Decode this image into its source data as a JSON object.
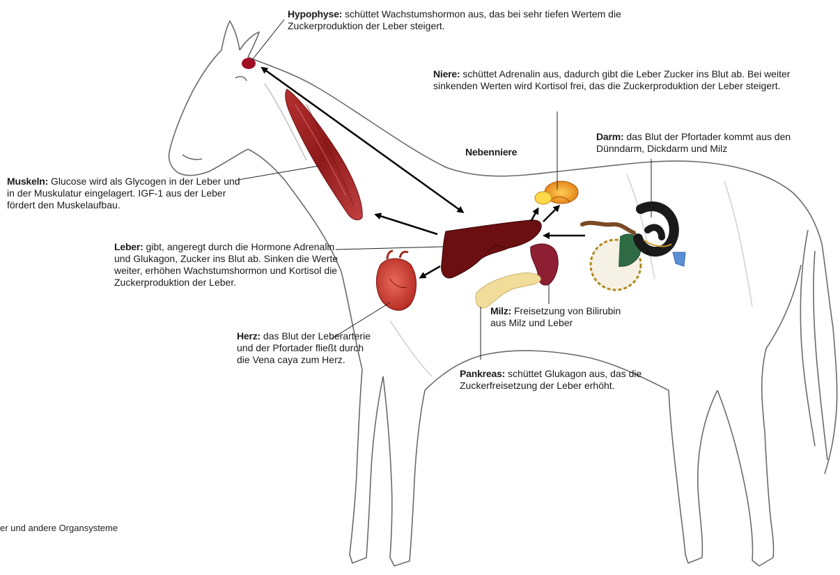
{
  "labels": {
    "hypophyse": {
      "title": "Hypophyse:",
      "text": "schüttet Wachstumshormon aus, das bei sehr tiefen Wertem die Zuckerproduktion der Leber steigert."
    },
    "niere": {
      "title": "Niere:",
      "text": "schüttet Adrenalin aus, dadurch gibt die Leber Zucker ins Blut ab. Bei weiter sinkenden Werten wird Kortisol frei, das die Zuckerproduktion der Leber steigert."
    },
    "nebenniere": {
      "title": "Nebenniere"
    },
    "darm": {
      "title": "Darm:",
      "text": "das Blut der Pfortader kommt aus den Dünndarm, Dickdarm und Milz"
    },
    "muskeln": {
      "title": "Muskeln:",
      "text": "Glucose wird als Glycogen in der Leber und in der Muskulatur eingelagert. IGF-1 aus der Leber fördert den Muskelaufbau."
    },
    "leber": {
      "title": "Leber:",
      "text": "gibt, angeregt durch die Hormone Adrenalin und Glukagon, Zucker ins Blut ab. Sinken die Werte weiter, erhöhen Wachstumshormon und Kortisol die Zuckerproduktion der Leber."
    },
    "herz": {
      "title": "Herz:",
      "text": "das Blut der Leberarterie und der Pfortader fließt durch die Vena caya zum Herz."
    },
    "milz": {
      "title": "Milz:",
      "text": "Freisetzung von Bilirubin aus Milz und Leber"
    },
    "pankreas": {
      "title": "Pankreas:",
      "text": "schüttet Glukagon aus, das die Zuckerfreisetzung der Leber erhöht."
    }
  },
  "footer": "er und andere Organsysteme",
  "colors": {
    "liver": "#6b0f12",
    "muscle": "#9c1f1f",
    "heart": "#c9382f",
    "spleen": "#8e1f33",
    "pancreas": "#f2dc9a",
    "adrenal": "#f0a020",
    "pituitary": "#a00d22",
    "intestine_dark": "#1a1a1a",
    "intestine_green": "#2e6b44",
    "intestine_brown": "#7a4a25",
    "intestine_blue": "#5a8fd6",
    "outline": "#555555"
  }
}
